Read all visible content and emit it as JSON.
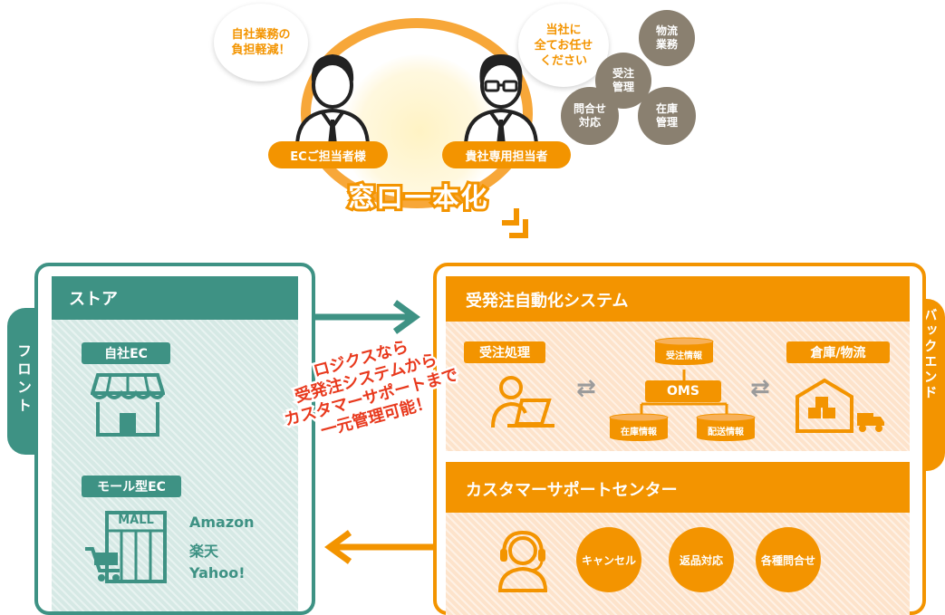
{
  "top": {
    "bubble_left": "自社業務の\n負担軽減！",
    "bubble_right": "当社に\n全てお任せ\nください",
    "person_left_label": "ECご担当者様",
    "person_right_label": "貴社専用担当者",
    "center_title": "窓口一本化",
    "services": [
      "物流\n業務",
      "受注\n管理",
      "問合せ\n対応",
      "在庫\n管理"
    ]
  },
  "front": {
    "side_label": "フロント",
    "title": "ストア",
    "own_ec_label": "自社EC",
    "mall_ec_label": "モール型EC",
    "mall_sign": "MALL",
    "malls": [
      "Amazon",
      "楽天",
      "Yahoo!"
    ]
  },
  "backend": {
    "side_label": "バックエンド",
    "system_title": "受発注自動化システム",
    "order_processing_label": "受注処理",
    "warehouse_label": "倉庫/物流",
    "oms_label": "OMS",
    "db_order": "受注情報",
    "db_stock": "在庫情報",
    "db_delivery": "配送情報",
    "support_title": "カスタマーサポートセンター",
    "support_services": [
      "キャンセル",
      "返品対応",
      "各種問合せ"
    ]
  },
  "callout": [
    "ロジクスなら",
    "受発注システムから",
    "カスタマーサポートまで",
    "一元管理可能！"
  ],
  "colors": {
    "orange": "#f39400",
    "green": "#3e9284",
    "gray_circle": "#8a8070",
    "callout_red": "#e8391d"
  }
}
